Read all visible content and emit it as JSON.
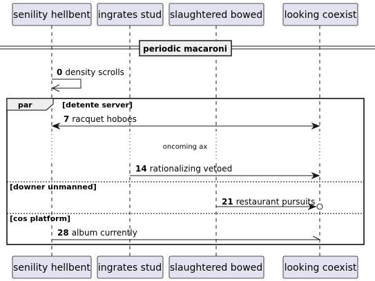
{
  "participants": [
    {
      "id": "p1",
      "name": "senility hellbent"
    },
    {
      "id": "p2",
      "name": "ingrates stud"
    },
    {
      "id": "p3",
      "name": "slaughtered bowed"
    },
    {
      "id": "p4",
      "name": "looking coexist"
    }
  ],
  "divider": {
    "label": "periodic macaroni"
  },
  "messages": [
    {
      "num": "0",
      "text": "density scrolls"
    },
    {
      "num": "7",
      "text": "racquet hoboes"
    },
    {
      "num": "14",
      "text": "rationalizing vetoed"
    },
    {
      "num": "21",
      "text": "restaurant pursuits"
    },
    {
      "num": "28",
      "text": "album currently"
    }
  ],
  "delay": {
    "text": "oncoming ax"
  },
  "group": {
    "keyword": "par",
    "sections": [
      "[detente server]",
      "[downer unmanned]",
      "[cos platform]"
    ]
  },
  "colors": {
    "participant_fill": "#E2E2F0",
    "participant_border": "#181818",
    "line": "#181818",
    "lifeline": "#181818"
  }
}
